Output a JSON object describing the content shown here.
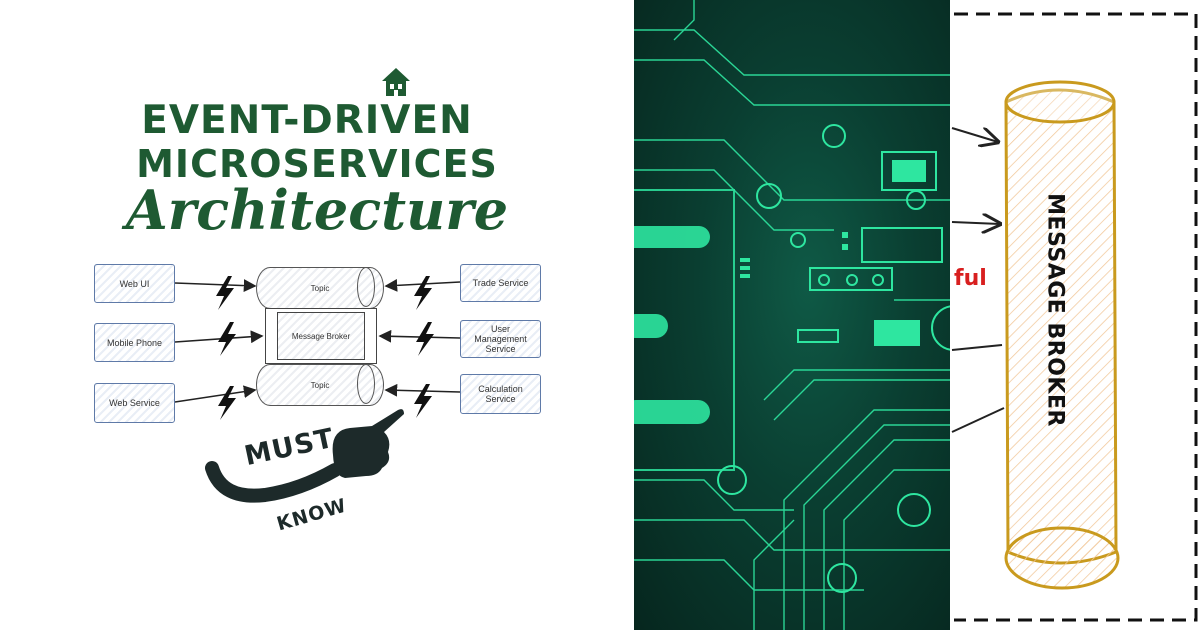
{
  "title": {
    "line1": "EVENT-DRIVEN",
    "line2": "MICROSERVICES",
    "line3": "Architecture"
  },
  "diagram": {
    "left_boxes": [
      "Web UI",
      "Mobile Phone",
      "Web Service"
    ],
    "right_boxes": [
      "Trade Service",
      "User Management Service",
      "Calculation Service"
    ],
    "topic_top": "Topic",
    "broker": "Message Broker",
    "topic_bottom": "Topic"
  },
  "badge": {
    "must": "MUST",
    "know": "KNOW"
  },
  "right_panel": {
    "fragment": "ful",
    "cylinder_label": "MESSAGE BROKER"
  },
  "colors": {
    "title_green": "#1e5a32",
    "circuit_trace": "#2ee6a0",
    "broker_outline": "#c99a1e",
    "fragment_red": "#d81f1f"
  },
  "icons": [
    "house-icon",
    "lightning-bolt-icon",
    "pointing-hand-icon"
  ]
}
